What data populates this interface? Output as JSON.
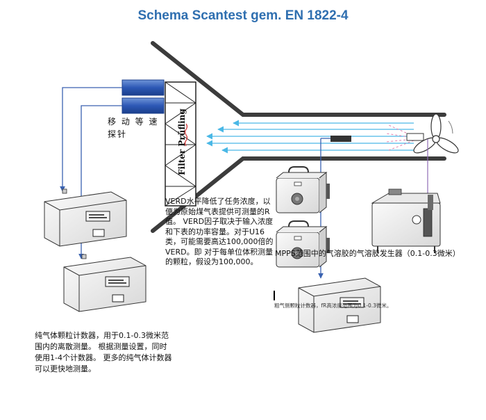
{
  "title": "Schema Scantest gem. EN 1822-4",
  "filter_label": "Filter Prüfling",
  "probe_label_line1": "移 动 等 速",
  "probe_label_line2": "探针",
  "verd_note": "VERD水平降低了任务浓度，以便为原始煤气表提供可测量的R值。 VERD因子取决于输入浓度和下表的功率容量。对于U16类，可能需要高达100,000倍的VERD。即 对于每单位体积测量的颗粒，假设为100,000。",
  "mpps_label": "MPPS范围中的气溶胶的气溶胶发生器（0.1-0.3微米）",
  "raw_gas_label": "粗气侧颗粒计数器，fR高浓度范围为0.1-0.3微米。",
  "counter_note": "纯气体颗粒计数器，用于0.1-0.3微米范围内的离散测量。 根据测量设置，同时使用1-4个计数器。 更多的纯气体计数器可以更快地测量。",
  "colors": {
    "title": "#2f6fb0",
    "flow_arrows": "#4ab8e6",
    "sample_lines": "#3a62b0",
    "aerosol_line": "#8e6bb5",
    "duct": "#3c3c3c",
    "filter_outline": "#222222",
    "heat_wave": "#d23a3a"
  },
  "icons": [
    "particle-counter",
    "dilution-unit",
    "aerosol-generator",
    "fan",
    "isokinetic-probe"
  ]
}
